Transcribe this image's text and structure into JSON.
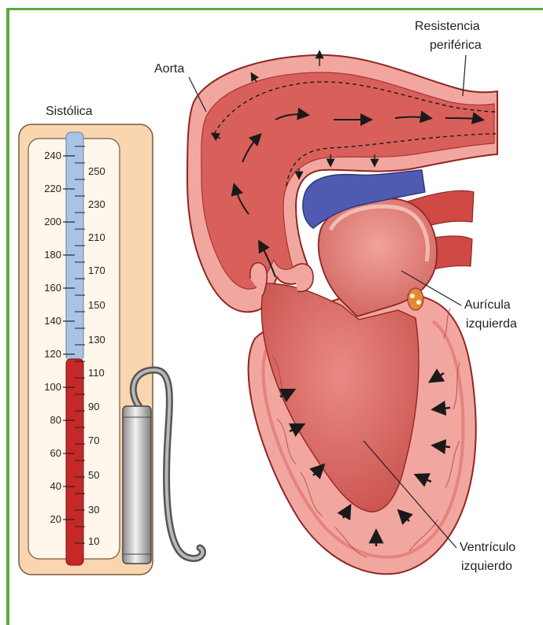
{
  "labels": {
    "systolic": "Sistólica",
    "aorta": "Aorta",
    "resistance_line1": "Resistencia",
    "resistance_line2": "periférica",
    "atrium_line1": "Aurícula",
    "atrium_line2": "izquierda",
    "ventricle_line1": "Ventrículo",
    "ventricle_line2": "izquierdo"
  },
  "gauge": {
    "left_scale": [
      "240",
      "220",
      "200",
      "180",
      "160",
      "140",
      "120",
      "100",
      "80",
      "60",
      "40",
      "20"
    ],
    "right_scale": [
      "250",
      "230",
      "210",
      "170",
      "150",
      "130",
      "110",
      "90",
      "70",
      "50",
      "30",
      "10"
    ],
    "mercury_level": 120
  },
  "colors": {
    "frame": "#5fa83c",
    "gauge_panel": "#f9d5b0",
    "mercury": "#c62828",
    "column_empty": "#a9c3e6",
    "muscle": "#e98c86",
    "chamber": "#d9605a",
    "vein": "#4f5bb0"
  }
}
